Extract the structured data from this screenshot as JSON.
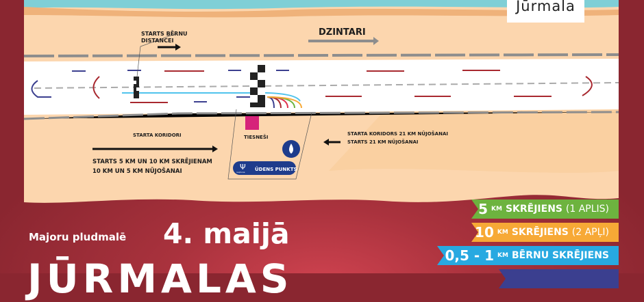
{
  "logo": {
    "text": "Jūrmala"
  },
  "map": {
    "direction_label": "DZINTARI",
    "kids_start": [
      "STARTS BĒRNU",
      "DISTANCEI"
    ],
    "start_corridors": "STARTA KORIDORI",
    "judges": "TIESNEŠI",
    "water_point": "ŪDENS PUNKTS",
    "water_sponsor": "neptuna",
    "start_21_corridor": "STARTA KORIDORS 21 KM NŪJOŠANAI",
    "start_21": "STARTS 21 KM NŪJOŠANAI",
    "start_main": [
      "STARTS 5 KM UN 10 KM SKRĒJIENAM",
      "10 KM UN 5 KM NŪJOŠANAI"
    ]
  },
  "event": {
    "location": "Majoru pludmalē",
    "date": "4. maijā",
    "title": "JŪRMALAS"
  },
  "distances": [
    {
      "num": "5",
      "unit": "KM",
      "label": "SKRĒJIENS",
      "note": "(1 APLIS)",
      "color": "#6db33f"
    },
    {
      "num": "10",
      "unit": "KM",
      "label": "SKRĒJIENS",
      "note": "(2 APĻI)",
      "color": "#f7a936"
    },
    {
      "num": "0,5 - 1",
      "unit": "KM",
      "label": "BĒRNU SKRĒJIENS",
      "note": "",
      "color": "#27a9e1"
    },
    {
      "num": "",
      "unit": "",
      "label": "",
      "note": "",
      "color": "#3b3f8f"
    }
  ]
}
